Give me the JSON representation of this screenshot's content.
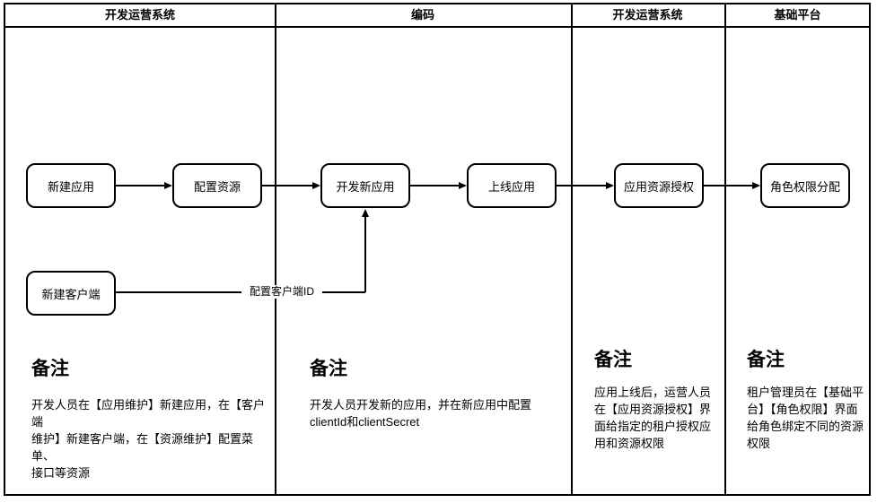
{
  "diagram": {
    "lanes": [
      {
        "header": "开发运营系统"
      },
      {
        "header": "编码"
      },
      {
        "header": "开发运营系统"
      },
      {
        "header": "基础平台"
      }
    ],
    "nodes": [
      {
        "label": "新建应用"
      },
      {
        "label": "配置资源"
      },
      {
        "label": "开发新应用"
      },
      {
        "label": "上线应用"
      },
      {
        "label": "应用资源授权"
      },
      {
        "label": "角色权限分配"
      },
      {
        "label": "新建客户端"
      }
    ],
    "edge_label": "配置客户端ID",
    "notes": [
      {
        "title": "备注",
        "body": "开发人员在【应用维护】新建应用，在【客户端\n维护】新建客户端，在【资源维护】配置菜单、\n接口等资源"
      },
      {
        "title": "备注",
        "body": "开发人员开发新的应用，并在新应用中配置\nclientId和clientSecret"
      },
      {
        "title": "备注",
        "body": "应用上线后，运营人员\n在【应用资源授权】界\n面给指定的租户授权应\n用和资源权限"
      },
      {
        "title": "备注",
        "body": "租户管理员在【基础平\n台】【角色权限】界面\n给角色绑定不同的资源\n权限"
      }
    ],
    "colors": {
      "line": "#000000",
      "background": "#ffffff"
    }
  }
}
